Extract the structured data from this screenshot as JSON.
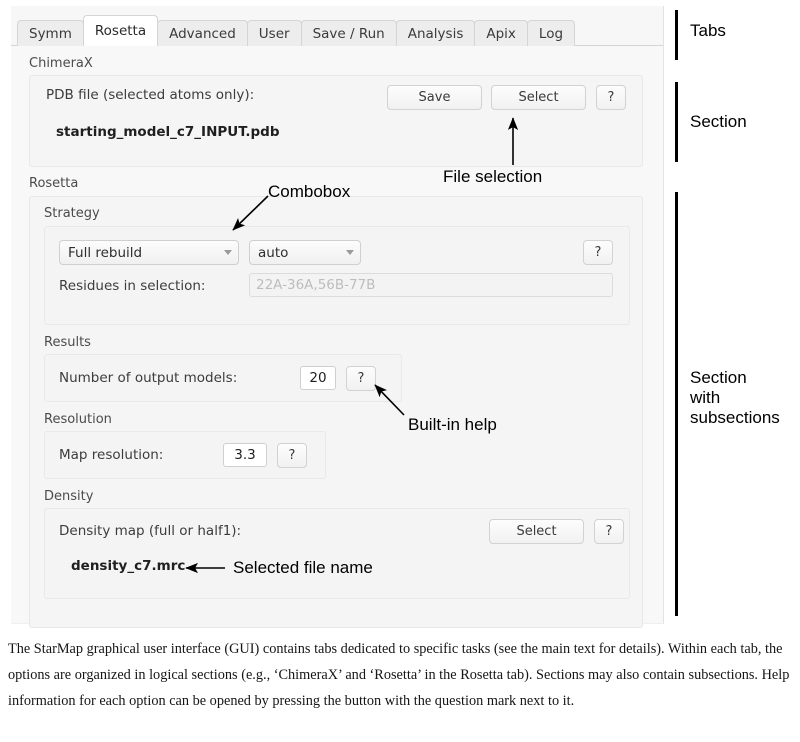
{
  "tabs": [
    {
      "label": "Symm",
      "active": false
    },
    {
      "label": "Rosetta",
      "active": true
    },
    {
      "label": "Advanced",
      "active": false
    },
    {
      "label": "User",
      "active": false
    },
    {
      "label": "Save / Run",
      "active": false
    },
    {
      "label": "Analysis",
      "active": false
    },
    {
      "label": "Apix",
      "active": false
    },
    {
      "label": "Log",
      "active": false
    }
  ],
  "chimerax_section": {
    "title": "ChimeraX",
    "pdb_label": "PDB file (selected atoms only):",
    "save_button": "Save",
    "select_button": "Select",
    "help_button": "?",
    "pdb_file_name": "starting_model_c7_INPUT.pdb"
  },
  "rosetta_section": {
    "title": "Rosetta",
    "strategy": {
      "title": "Strategy",
      "mode_combo_value": "Full rebuild",
      "auto_combo_value": "auto",
      "help_button": "?",
      "residues_label": "Residues in selection:",
      "residues_placeholder": "22A-36A,56B-77B"
    },
    "results": {
      "title": "Results",
      "models_label": "Number of output models:",
      "models_value": "20",
      "help_button": "?"
    },
    "resolution": {
      "title": "Resolution",
      "resolution_label": "Map resolution:",
      "resolution_value": "3.3",
      "help_button": "?"
    },
    "density": {
      "title": "Density",
      "map_label": "Density map (full or half1):",
      "select_button": "Select",
      "help_button": "?",
      "map_file_name": "density_c7.mrc"
    }
  },
  "annotations": {
    "combobox": "Combobox",
    "file_selection": "File selection",
    "builtin_help": "Built-in help",
    "selected_file_name": "Selected file name",
    "bracket_tabs": "Tabs",
    "bracket_section": "Section",
    "bracket_section_subsections_line1": "Section",
    "bracket_section_subsections_line2": "with",
    "bracket_section_subsections_line3": "subsections"
  },
  "caption": {
    "text": "The StarMap graphical user interface (GUI) contains tabs dedicated to specific tasks (see the main text for details). Within each tab, the options are organized in logical sections (e.g., ‘ChimeraX’ and ‘Rosetta’ in the Rosetta tab). Sections may also contain subsections. Help information for each option can be opened by pressing the button with the question mark next to it."
  },
  "colors": {
    "window_bg": "#f7f7f7",
    "groupbox_bg": "#f5f5f5",
    "border": "#e8e8e8",
    "annotation": "#000000",
    "active_tab_bg": "#ffffff",
    "inactive_tab_bg": "#ededed"
  }
}
